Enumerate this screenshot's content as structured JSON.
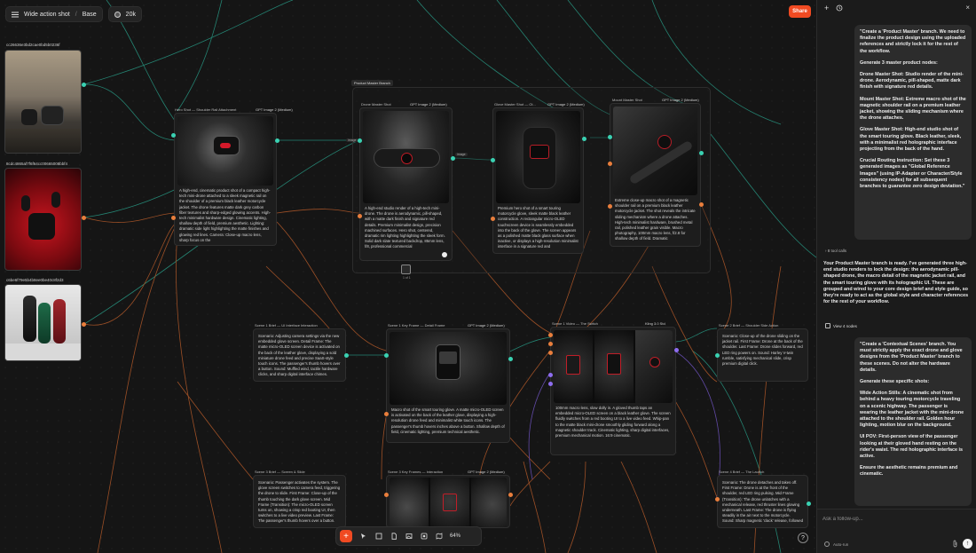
{
  "app": {
    "menu_icon": "hamburger-icon",
    "breadcrumb_project": "Wide action shot",
    "breadcrumb_sep": "/",
    "breadcrumb_branch": "Base",
    "credits": "20k",
    "share_label": "Share"
  },
  "images": [
    {
      "label": "cc26636e3bd2cae0bd5b0236f",
      "name": "drone-product-photo"
    },
    {
      "label": "8cdc4865af7f6f64cc00665008bbf4",
      "name": "red-earbuds-photo"
    },
    {
      "label": "c6be6f79e5b4b8ee0be40c8f2d3",
      "name": "colored-devices-photo"
    }
  ],
  "group_label": "Product Master Branch",
  "nodes": {
    "hero": {
      "title": "Hero Shot — Shoulder Rail Attachment",
      "model": "GPT Image 2 (Medium)",
      "text": "A high-end, cinematic product shot of a compact high-tech mini-drone attached to a sleek magnetic rail on the shoulder of a premium black leather motorcycle jacket. The drone features matte dark grey carbon fiber textures and sharp-edged glowing accents. High-tech minimalist hardware design. Cinematic lighting, shallow depth of field, premium aesthetic. Lighting: dramatic side light highlighting the matte finishes and glowing red lines. Camera: Close-up macro lens, sharp focus on the"
    },
    "drone": {
      "title": "Drone Master Shot",
      "model": "GPT Image 2 (Medium)",
      "text": "A high-end studio render of a high-tech mini-drone. The drone is aerodynamic, pill-shaped, with a matte dark finish and signature red details. Premium minimalist design, precision machined surfaces. Hero shot, centered, dramatic rim lighting highlighting the sleek form. Solid dark slate textured backdrop, 85mm lens, f/8, professional commercial",
      "page_label": "1 of 1"
    },
    "glove": {
      "title": "Glove Master Shot — Ol...",
      "model": "GPT Image 2 (Medium)",
      "text": "Premium hero shot of a smart touring motorcycle glove, sleek matte black leather construction. A rectangular micro-OLED touchscreen device is seamlessly embedded into the back of the glove. The screen appears as a polished matte black glass surface when inactive, or displays a high-resolution minimalist interface in a signature red and"
    },
    "mount": {
      "title": "Mount Master Shot",
      "model": "GPT Image 2 (Medium)",
      "text": "Extreme close-up macro shot of a magnetic shoulder rail on a premium black leather motorcycle jacket. The shot reveals the intricate sliding mechanism where a drone attaches. High-tech minimalist hardware, brushed metal rail, polished leather grain visible. Macro photography, 100mm macro lens, f/2.8 for shallow depth of field. Dramatic"
    },
    "scene1": {
      "title": "Scene 1 Brief — UI Interface Interaction",
      "text": "Scenario: Adjusting camera settings via the new embedded glove screen. Detail Frame: The matte micro-OLED screen device is activated on the back of the leather glove, displaying a sold miniature drone feed and precise SaaS-style touch icons. The passenger's thumb hovers over a button. Sound: Muffled wind, tactile hardware clicks, and sharp digital interface chimes."
    },
    "keyframe1": {
      "title": "Scene 1 Key Frame — Detail Frame",
      "model": "GPT Image 2 (Medium)",
      "text": "Macro shot of the smart touring glove. A matte micro-OLED screen is activated on the back of the leather glove, displaying a high-resolution drone feed and minimalist white touch icons. The passenger's thumb hovers inches above a button. Shallow depth of field, cinematic lighting, premium technical aesthetic."
    },
    "video1": {
      "title": "Scene 1 Video — The Switch",
      "model": "Kling 3.0 Std",
      "text": "100mm macro lens, slow dolly in. A gloved thumb taps an embedded micro-OLED screen on a black leather glove. The screen fluidly switches from a red booting UI to a live video feed. Whip-pan to the matte black mini-drone smoothly gliding forward along a magnetic shoulder track. Cinematic lighting, sharp digital interfaces, premium mechanical motion. 16:9 cinematic."
    },
    "scene2": {
      "title": "Scene 2 Brief — Shoulder Side Action",
      "text": "Scenario: Close-up of the drone sliding on the jacket rail. First Frame: Drone at the back of the shoulder. Last Frame: Drone slides forward, red LED ring powers on. Sound: Harley V-twin rumble, satisfying mechanical slide, crisp premium digital click."
    },
    "scene3": {
      "title": "Scene 3 Brief — Screen & Slide",
      "text": "Scenario: Passenger activates the system. The glove screen switches to camera feed, triggering the drone to slide. First Frame: Close-up of the thumb touching the dark glove screen. Mid Frame (Transition): The micro-OLED screen turns on, showing a crisp red booting UI, then switches to a live video preview. Last Frame: The passenger's thumb hovers over a button."
    },
    "keyframes3": {
      "title": "Scene 3 Key Frames — Interaction",
      "model": "GPT Image 2 (Medium)"
    },
    "scene4": {
      "title": "Scene 4 Brief — The Launch",
      "text": "Scenario: The drone detaches and takes off. First Frame: Drone is at the front of the shoulder, red LED ring pulsing. Mid Frame (Transition): The drone unlatches with a mechanical release, red thruster lines glowing underneath. Last Frame: The drone is flying steadily in the air next to the motorcycle. Sound: Sharp magnetic 'clack' release, followed"
    }
  },
  "port_tags": {
    "hero_out": "image",
    "drone_in": "image"
  },
  "toolbar": {
    "add_icon": "plus-icon",
    "select_icon": "cursor-icon",
    "note_icon": "sticky-note-icon",
    "doc_icon": "document-icon",
    "image_icon": "image-icon",
    "gallery_icon": "gallery-icon",
    "map_icon": "map-icon",
    "zoom": "64%"
  },
  "help_label": "?",
  "chat": {
    "new_icon": "plus-icon",
    "history_icon": "history-icon",
    "close_label": "×",
    "message1": [
      "\"Create a 'Product Master' branch. We need to finalize the product design using the uploaded references and strictly lock it for the rest of the workflow.",
      "Generate 3 master product nodes:",
      "Drone Master Shot: Studio render of the mini-drone. Aerodynamic, pill-shaped, matte dark finish with signature red details.",
      "Mount Master Shot: Extreme macro shot of the magnetic shoulder rail on a premium leather jacket, showing the sliding mechanism where the drone attaches.",
      "Glove Master Shot: High-end studio shot of the smart touring glove. Black leather, sleek, with a minimalist red holographic interface projecting from the back of the hand.",
      "Crucial Routing Instruction: Set these 3 generated images as \"Global Reference Images\" (using IP-Adapter or Character/Style consistency nodes) for all subsequent branches to guarantee zero design deviation.\""
    ],
    "tool_calls": "8 tool calls",
    "reply": "Your Product Master branch is ready. I've generated three high-end studio renders to lock the design: the aerodynamic pill-shaped drone, the macro detail of the magnetic jacket rail, and the smart touring glove with its holographic UI. These are grouped and wired to your core design brief and style guide, so they're ready to act as the global style and character references for the rest of your workflow.",
    "view_nodes": "View 4 nodes",
    "message2": [
      "\"Create a 'Contextual Scenes' branch. You must strictly apply the exact drone and glove designs from the 'Product Master' branch to these scenes. Do not alter the hardware details.",
      "Generate these specific shots:",
      "Wide Action Stills: A cinematic shot from behind a heavy touring motorcycle traveling on a scenic highway. The passenger is wearing the leather jacket with the mini-drone attached to the shoulder rail. Golden hour lighting, motion blur on the background.",
      "UI POV: First-person view of the passenger looking at their gloved hand resting on the rider's waist. The red holographic interface is active.",
      "Ensure the aesthetic remains premium and cinematic."
    ],
    "ask_placeholder": "Ask a follow-up...",
    "auto_label": "Auto-run",
    "attach_icon": "paperclip-icon",
    "send_icon": "send-arrow-icon"
  }
}
